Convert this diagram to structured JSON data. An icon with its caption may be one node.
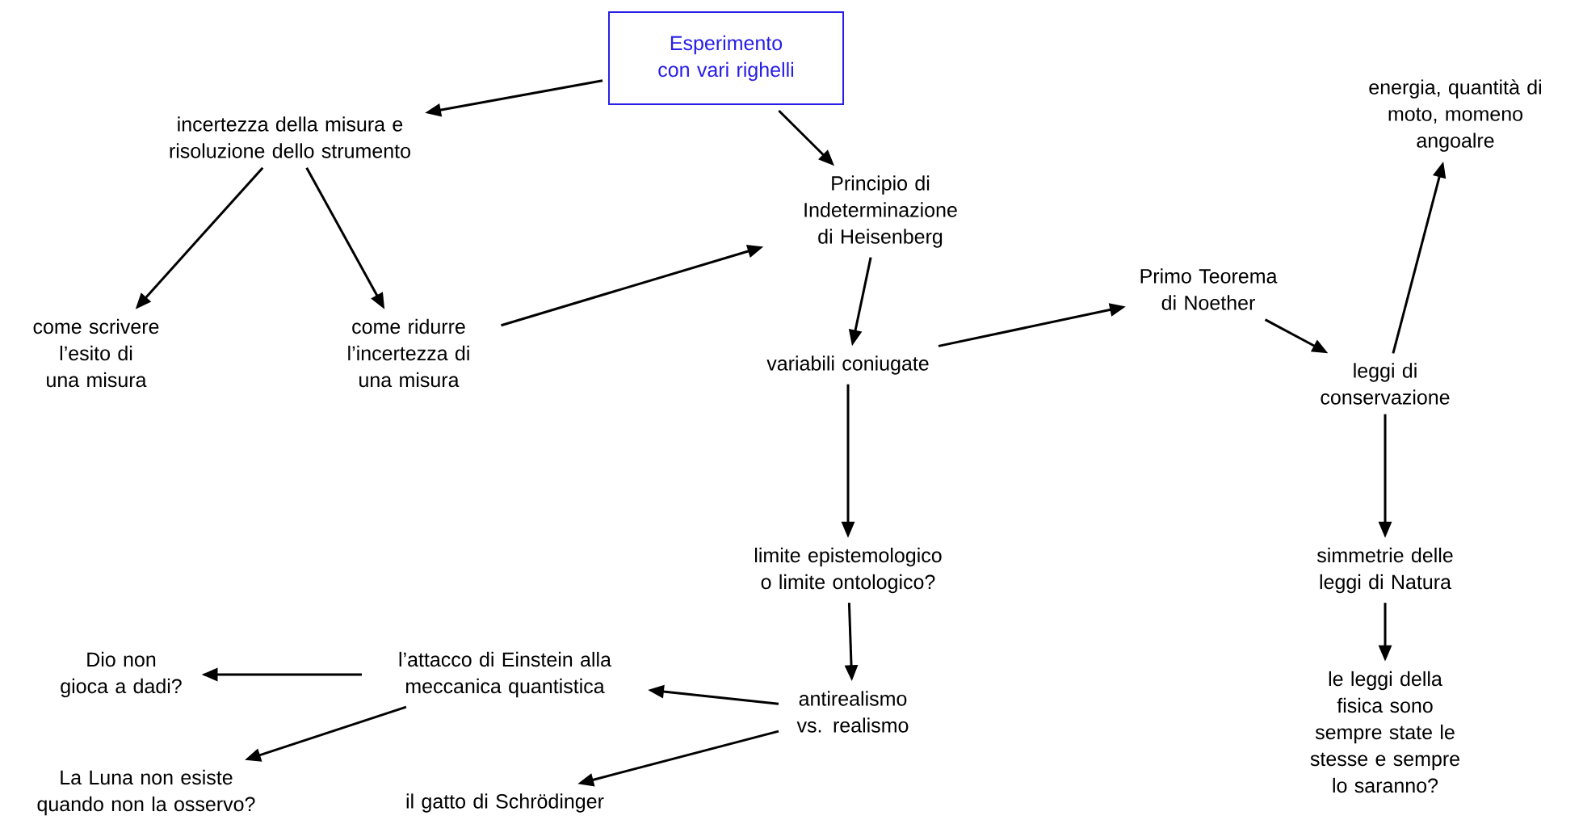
{
  "diagram": {
    "nodes": [
      {
        "text": [
          "Esperimento con vari righelli"
        ]
      },
      {
        "text": [
          "incertezza della misura e risoluzione dello strumento"
        ]
      },
      {
        "text": [
          "Principio di Indeterminazione di Heisenberg"
        ]
      },
      {
        "text": [
          "come scrivere l’esito di una misura"
        ]
      },
      {
        "text": [
          "come ridurre l’incertezza di una misura"
        ]
      },
      {
        "text": [
          "Primo Teorema di Noether"
        ]
      },
      {
        "text": [
          "energia, quantità di moto, momeno angoalre"
        ]
      },
      {
        "text": [
          "variabili coniugate"
        ]
      },
      {
        "text": [
          "leggi di conservazione"
        ]
      },
      {
        "text": [
          "limite epistemologico o limite ontologico?"
        ]
      },
      {
        "text": [
          "simmetrie delle leggi di Natura"
        ]
      },
      {
        "text": [
          "Dio non gioca a dadi?"
        ]
      },
      {
        "text": [
          "l’attacco di Einstein alla meccanica quantistica"
        ]
      },
      {
        "text": [
          "antirealismo vs. realismo"
        ]
      },
      {
        "text": [
          "le leggi della fisica sono sempre state le stesse e sempre lo saranno?"
        ]
      },
      {
        "text": [
          "La Luna non esiste quando non la osservo?"
        ]
      },
      {
        "text": [
          "il gatto di Schrödinger"
        ]
      }
    ],
    "edges": [
      {
        "from": 0,
        "to": 1,
        "arrow": "to"
      },
      {
        "from": 0,
        "to": 2,
        "arrow": "to"
      },
      {
        "from": 1,
        "to": 3,
        "arrow": "to"
      },
      {
        "from": 1,
        "to": 4,
        "arrow": "to"
      },
      {
        "from": 4,
        "to": 2,
        "arrow": "to"
      },
      {
        "from": 2,
        "to": 7,
        "arrow": "to"
      },
      {
        "from": 7,
        "to": 5,
        "arrow": "to"
      },
      {
        "from": 5,
        "to": 8,
        "arrow": "to"
      },
      {
        "from": 8,
        "to": 6,
        "arrow": "to"
      },
      {
        "from": 8,
        "to": 10,
        "arrow": "to"
      },
      {
        "from": 7,
        "to": 9,
        "arrow": "to"
      },
      {
        "from": 9,
        "to": 13,
        "arrow": "to"
      },
      {
        "from": 10,
        "to": 14,
        "arrow": "to"
      },
      {
        "from": 13,
        "to": 12,
        "arrow": "to"
      },
      {
        "from": 12,
        "to": 11,
        "arrow": "to"
      },
      {
        "from": 12,
        "to": 15,
        "arrow": "to"
      },
      {
        "from": 13,
        "to": 16,
        "arrow": "to"
      }
    ]
  }
}
